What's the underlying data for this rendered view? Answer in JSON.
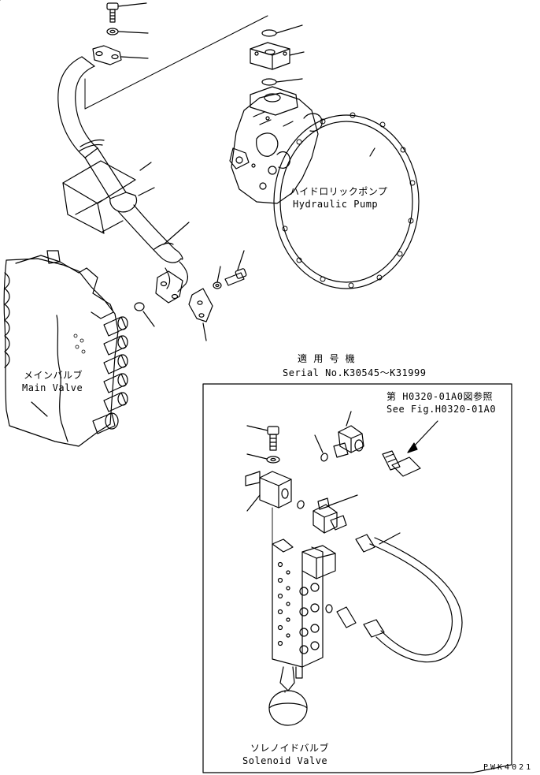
{
  "labels": {
    "pump_jp": "ハイドロリックポンプ",
    "pump_en": "Hydraulic Pump",
    "valve_jp": "メインバルブ",
    "valve_en": "Main Valve",
    "serial_jp": "適 用 号 機",
    "serial_en": "Serial No.K30545～K31999",
    "ref_jp": "第 H0320-01A0図参照",
    "ref_en": "See Fig.H0320-01A0",
    "solenoid_jp": "ソレノイドバルブ",
    "solenoid_en": "Solenoid Valve",
    "drawing_code": "PWK4021"
  },
  "colors": {
    "ink": "#000000",
    "paper": "#ffffff"
  }
}
